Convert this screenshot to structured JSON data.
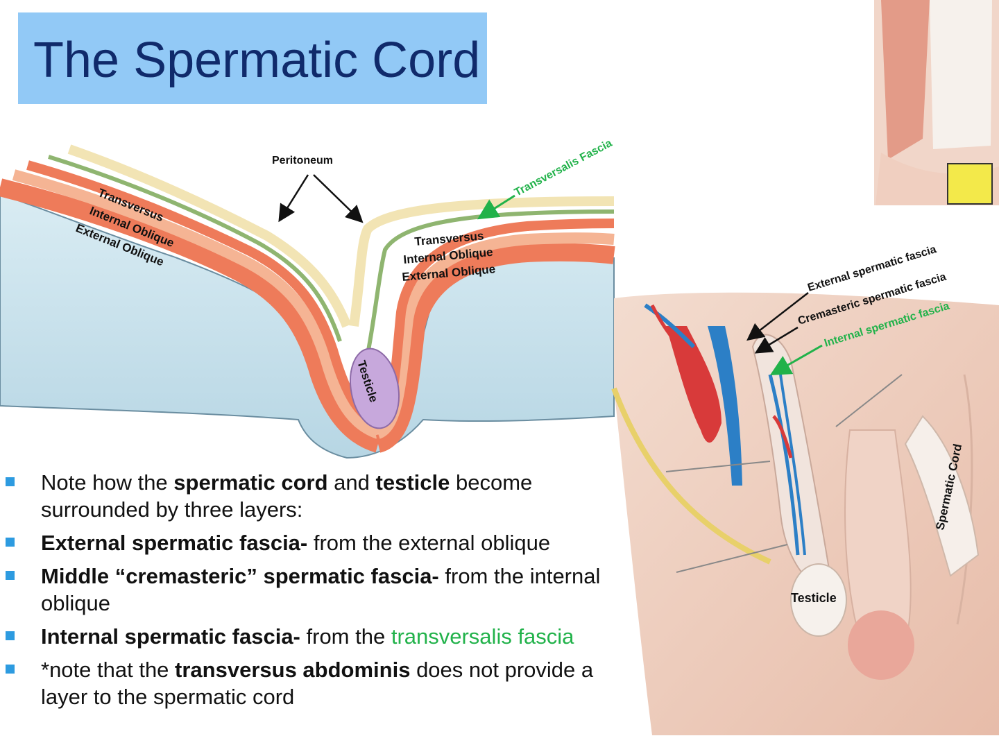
{
  "title": "The Spermatic Cord",
  "diagram_left": {
    "peritoneum": "Peritoneum",
    "transversalis_fascia": "Transversalis Fascia",
    "left_layers": [
      "Transversus",
      "Internal Oblique",
      "External Oblique"
    ],
    "right_layers": [
      "Transversus",
      "Internal Oblique",
      "External Oblique"
    ],
    "testicle": "Testicle"
  },
  "diagram_right": {
    "external_fascia": "External spermatic fascia",
    "cremasteric_fascia": "Cremasteric spermatic fascia",
    "internal_fascia": "Internal spermatic fascia",
    "spermatic_cord": "Spermatic Cord",
    "testicle": "Testicle"
  },
  "bullets": [
    {
      "t1": "Note how the ",
      "b1": "spermatic cord",
      "t2": " and ",
      "b2": "testicle",
      "t3": " become surrounded by three layers:"
    },
    {
      "b1": "External spermatic fascia-",
      "t1": " from the external oblique"
    },
    {
      "b1": "Middle “cremasteric” spermatic fascia-",
      "t1": " from the internal oblique"
    },
    {
      "b1": "Internal spermatic fascia-",
      "t1": " from the ",
      "g1": "transversalis fascia"
    },
    {
      "t1": "*note that the ",
      "b1": "transversus abdominis",
      "t2": " does not provide a layer to the spermatic cord"
    }
  ],
  "colors": {
    "title_bg": "#92c9f6",
    "title_text": "#102a6b",
    "bullet": "#2d9be0",
    "green": "#21b24a"
  }
}
